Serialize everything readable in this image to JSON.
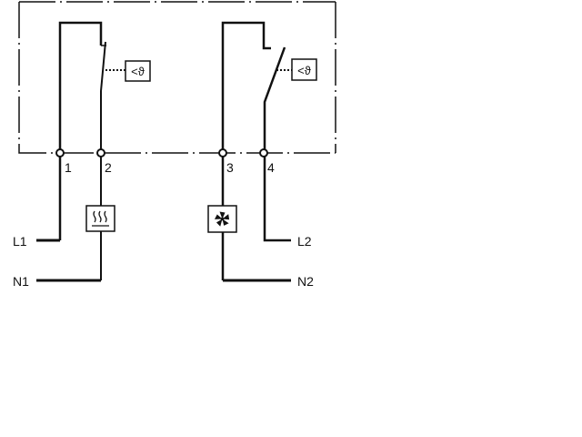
{
  "terminals": [
    "1",
    "2",
    "3",
    "4"
  ],
  "lines": {
    "l1": "L1",
    "n1": "N1",
    "l2": "L2",
    "n2": "N2"
  },
  "sensor_symbol": "<ϑ",
  "colors": {
    "ink": "#111111",
    "background": "#ffffff"
  }
}
